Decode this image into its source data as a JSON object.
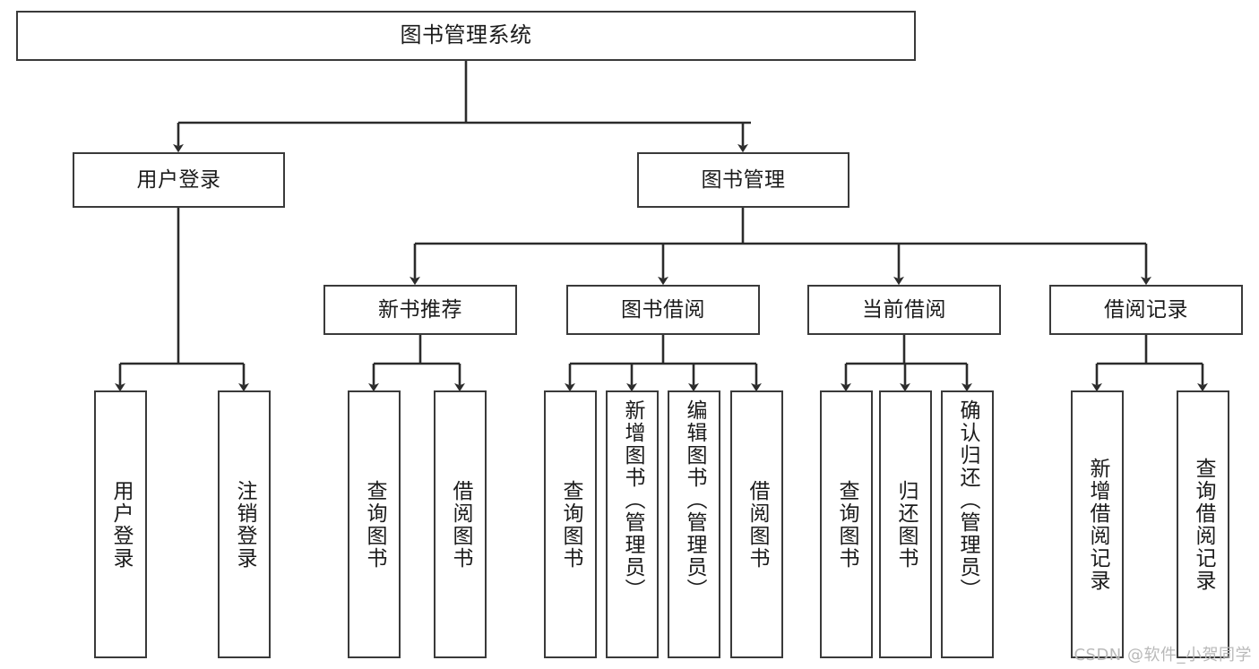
{
  "diagram": {
    "title": "图书管理系统",
    "type": "tree-hierarchy",
    "orientation": "top-down",
    "colors": {
      "box_border": "#3a3a3a",
      "box_fill": "#ffffff",
      "edge": "#2b2b2b",
      "text": "#1b1b1b",
      "watermark": "#b9b9b9",
      "background": "#ffffff"
    }
  },
  "nodes": {
    "root": {
      "label": "图书管理系统"
    },
    "level2": {
      "user_login": {
        "label": "用户登录"
      },
      "book_manage": {
        "label": "图书管理"
      }
    },
    "level3": {
      "new_book_rec": {
        "label": "新书推荐"
      },
      "book_borrow": {
        "label": "图书借阅"
      },
      "current_borrow": {
        "label": "当前借阅"
      },
      "borrow_record": {
        "label": "借阅记录"
      }
    },
    "leaves": {
      "user_login_children": [
        {
          "label": "用户登录"
        },
        {
          "label": "注销登录"
        }
      ],
      "new_book_rec_children": [
        {
          "label": "查询图书"
        },
        {
          "label": "借阅图书"
        }
      ],
      "book_borrow_children": [
        {
          "label": "查询图书"
        },
        {
          "label": "新增图书（管理员）"
        },
        {
          "label": "编辑图书（管理员）"
        },
        {
          "label": "借阅图书"
        }
      ],
      "current_borrow_children": [
        {
          "label": "查询图书"
        },
        {
          "label": "归还图书"
        },
        {
          "label": "确认归还（管理员）"
        }
      ],
      "borrow_record_children": [
        {
          "label": "新增借阅记录"
        },
        {
          "label": "查询借阅记录"
        }
      ]
    }
  },
  "watermark": {
    "text": "CSDN @软件_小贺同学"
  }
}
